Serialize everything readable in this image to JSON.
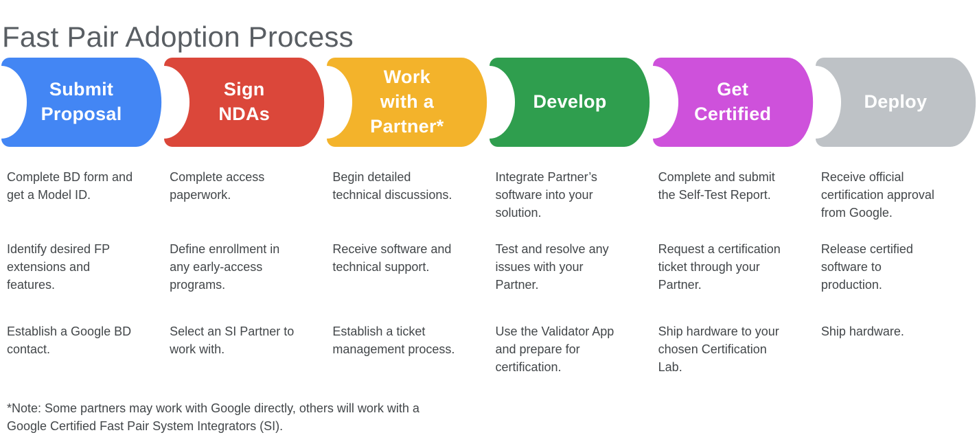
{
  "title": "Fast Pair Adoption Process",
  "stages": [
    {
      "label": "Submit\nProposal",
      "color": "#4386F4",
      "details": [
        "Complete BD form and\nget a Model ID.",
        "Identify desired FP\nextensions and\nfeatures.",
        "Establish a Google BD\ncontact."
      ]
    },
    {
      "label": "Sign\nNDAs",
      "color": "#DB473A",
      "details": [
        "Complete access\npaperwork.",
        "Define enrollment in\nany early-access\nprograms.",
        "Select an SI Partner to\nwork with."
      ]
    },
    {
      "label": "Work\nwith a\nPartner*",
      "color": "#F3B32B",
      "details": [
        "Begin detailed\ntechnical discussions.",
        "Receive software and\ntechnical support.",
        "Establish a ticket\nmanagement process."
      ]
    },
    {
      "label": "Develop",
      "color": "#2F9E4E",
      "details": [
        "Integrate Partner’s\nsoftware into your\nsolution.",
        "Test and resolve any\nissues with your\nPartner.",
        "Use the Validator App\nand prepare for\ncertification."
      ]
    },
    {
      "label": "Get\nCertified",
      "color": "#CE51DB",
      "details": [
        "Complete and submit\nthe Self-Test Report.",
        "Request a certification\nticket through your\nPartner.",
        "Ship hardware to your\nchosen Certification\nLab."
      ]
    },
    {
      "label": "Deploy",
      "color": "#BEC2C6",
      "details": [
        "Receive official\ncertification approval\nfrom Google.",
        "Release certified\nsoftware to\nproduction.",
        "Ship hardware."
      ]
    }
  ],
  "note": "*Note: Some partners may work with Google directly, others will work with a\nGoogle Certified Fast Pair System Integrators (SI)."
}
